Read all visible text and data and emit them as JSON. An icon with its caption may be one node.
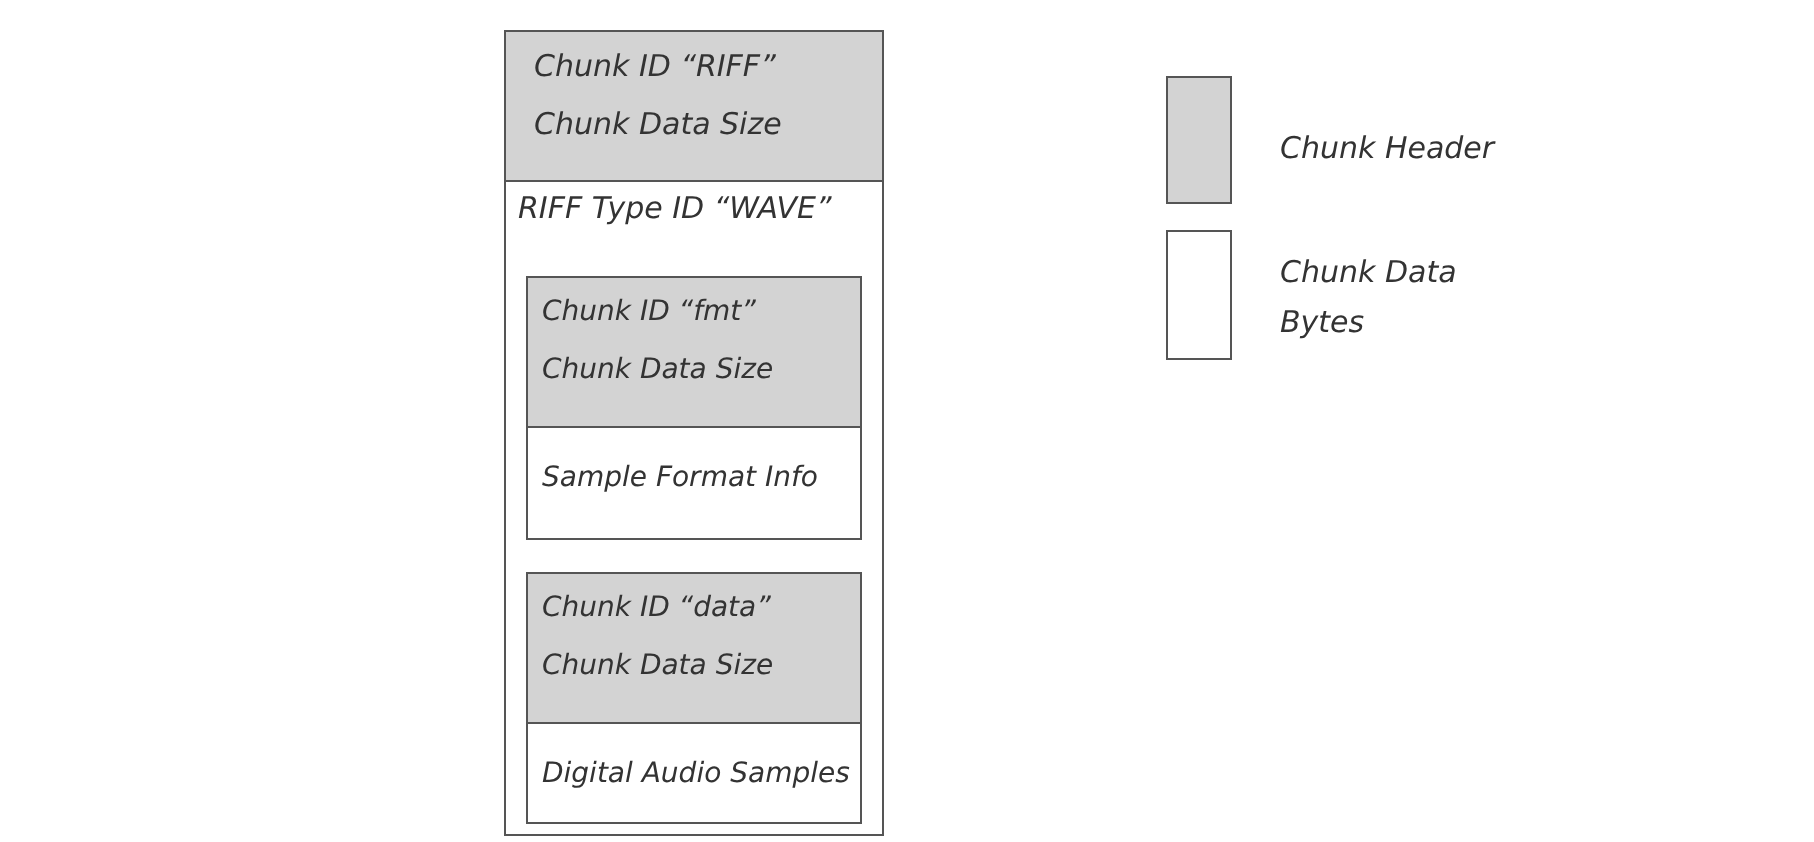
{
  "diagram": {
    "nodes": [
      {
        "text": [
          "Chunk ID “RIFF”",
          "Chunk Data Size"
        ]
      },
      {
        "text": [
          "RIFF Type ID “WAVE”"
        ]
      },
      {
        "text": [
          "Chunk ID “fmt”",
          "Chunk Data Size"
        ],
        "in": 1
      },
      {
        "text": [
          "Sample Format Info"
        ],
        "in": 1
      },
      {
        "text": [
          "Chunk ID “data”",
          "Chunk Data Size"
        ],
        "in": 1
      },
      {
        "text": [
          "Digital Audio Samples"
        ],
        "in": 1
      }
    ],
    "legend": [
      {
        "text": "Chunk Header",
        "color": "#d3d3d3"
      },
      {
        "text": "Chunk Data Bytes",
        "color": "#ffffff"
      }
    ]
  }
}
